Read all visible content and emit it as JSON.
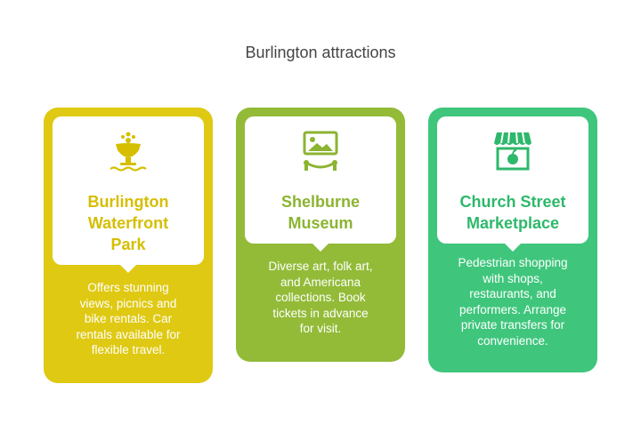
{
  "title": "Burlington attractions",
  "cards": [
    {
      "icon": "fountain-icon",
      "color": "#dfc913",
      "title_lines": [
        "Burlington",
        "Waterfront",
        "Park"
      ],
      "desc_lines": [
        "Offers stunning",
        "views, picnics and",
        "bike rentals. Car",
        "rentals available for",
        "flexible travel."
      ]
    },
    {
      "icon": "museum-painting-icon",
      "color": "#93bb38",
      "title_lines": [
        "Shelburne",
        "Museum"
      ],
      "desc_lines": [
        "Diverse art, folk art,",
        "and Americana",
        "collections. Book",
        "tickets in advance",
        "for visit."
      ]
    },
    {
      "icon": "market-stall-icon",
      "color": "#3fc67c",
      "title_lines": [
        "Church Street",
        "Marketplace"
      ],
      "desc_lines": [
        "Pedestrian shopping",
        "with shops,",
        "restaurants, and",
        "performers. Arrange",
        "private transfers for",
        "convenience."
      ]
    }
  ]
}
